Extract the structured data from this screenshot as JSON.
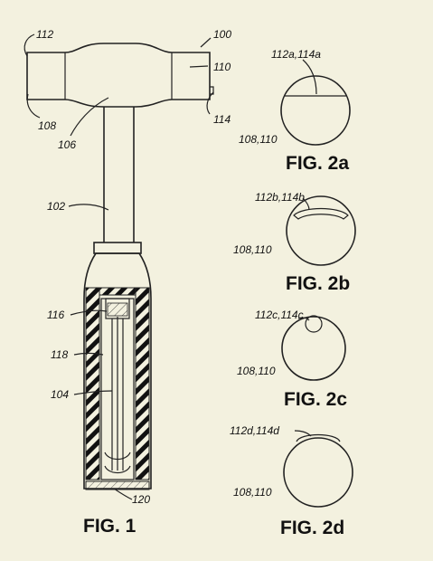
{
  "labels": {
    "l112": "112",
    "l108": "108",
    "l106": "106",
    "l100": "100",
    "l110": "110",
    "l114": "114",
    "l102": "102",
    "l116": "116",
    "l118": "118",
    "l104": "104",
    "l120": "120",
    "f2a_top": "112a,114a",
    "f2a_bot": "108,110",
    "f2b_top": "112b,114b",
    "f2b_bot": "108,110",
    "f2c_top": "112c,114c",
    "f2c_bot": "108,110",
    "f2d_top": "112d,114d",
    "f2d_bot": "108,110"
  },
  "figures": {
    "fig1": "FIG. 1",
    "fig2a": "FIG. 2a",
    "fig2b": "FIG. 2b",
    "fig2c": "FIG. 2c",
    "fig2d": "FIG. 2d"
  }
}
